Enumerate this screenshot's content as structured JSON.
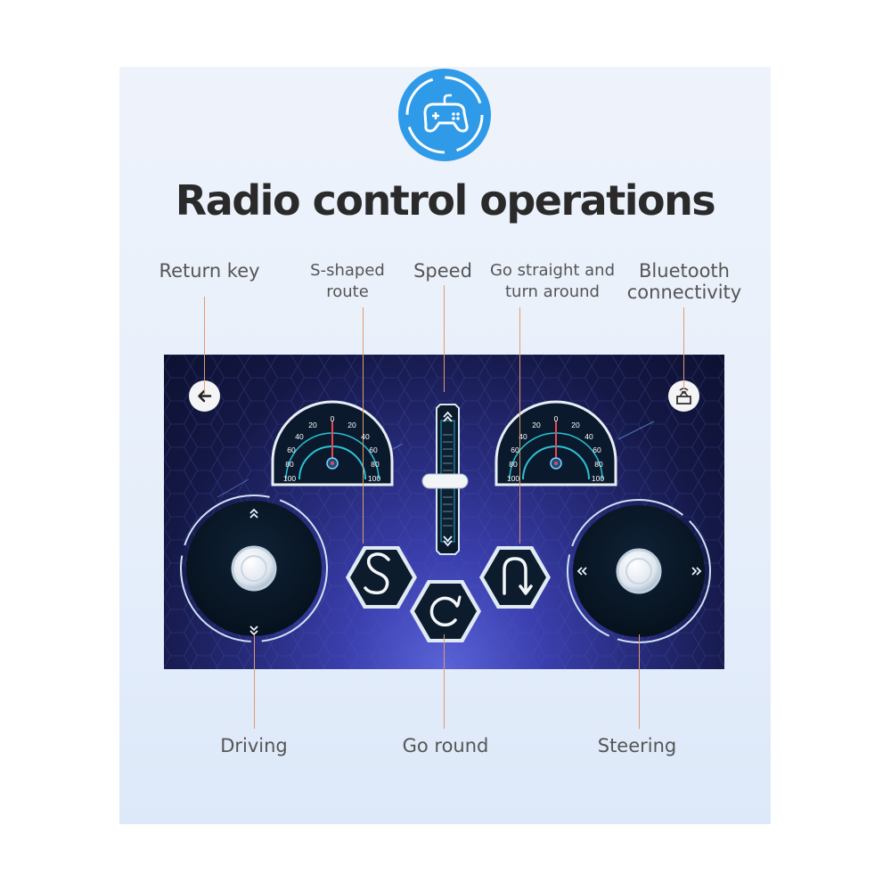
{
  "header": {
    "badge_icon": "gamepad-icon",
    "title": "Radio control operations"
  },
  "labels": {
    "return_key": "Return key",
    "s_shaped_line1": "S-shaped",
    "s_shaped_line2": "route",
    "speed": "Speed",
    "go_straight_line1": "Go straight and",
    "go_straight_line2": "turn around",
    "bluetooth_line1": "Bluetooth",
    "bluetooth_line2": "connectivity",
    "driving": "Driving",
    "go_round": "Go round",
    "steering": "Steering"
  },
  "gauge_ticks": [
    "0",
    "20",
    "40",
    "60",
    "80",
    "100",
    "20",
    "40",
    "60",
    "80",
    "100"
  ],
  "colors": {
    "accent": "#2f9be8",
    "leader": "#e39a6f",
    "needle": "#e8475a",
    "gauge_ring": "#2ac3d6"
  },
  "icons": [
    "back-arrow-icon",
    "bluetooth-icon",
    "s-route-icon",
    "u-turn-icon",
    "rotate-icon",
    "chevron-up-icon",
    "chevron-down-icon",
    "chevron-left-icon",
    "chevron-right-icon"
  ]
}
